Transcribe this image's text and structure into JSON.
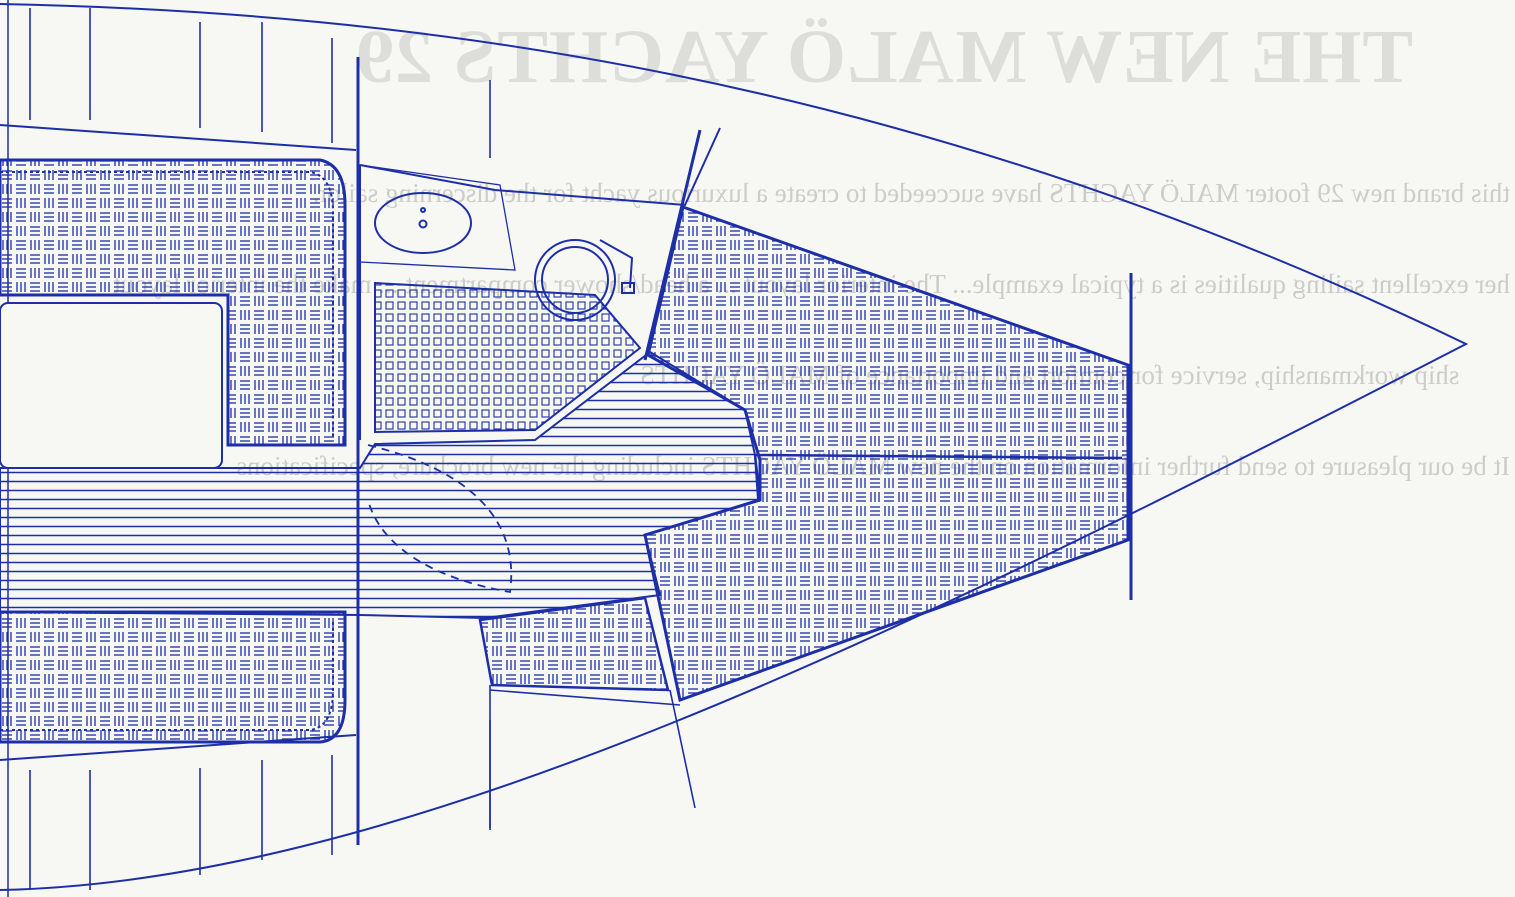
{
  "colors": {
    "line": "#1d2fa8",
    "paper": "#f7f7f4",
    "ghost": "#bdbdba"
  },
  "ghost_title": "THE NEW MALÖ YACHTS 29",
  "ghost_paragraphs": [
    "this brand new 29 footer MALÖ YACHTS have succeeded to create a luxurious yacht for the discerning sailor.",
    "her excellent sailing qualities is a typical example... The interior layout ... a head/shower compartment ... make the interior layout",
    "ship workmanship, service for comfort and importance of MALÖ YACHTS",
    "It be our pleasure to send further information on the new MALÖ YACHTS including the new brochure, specifications"
  ]
}
